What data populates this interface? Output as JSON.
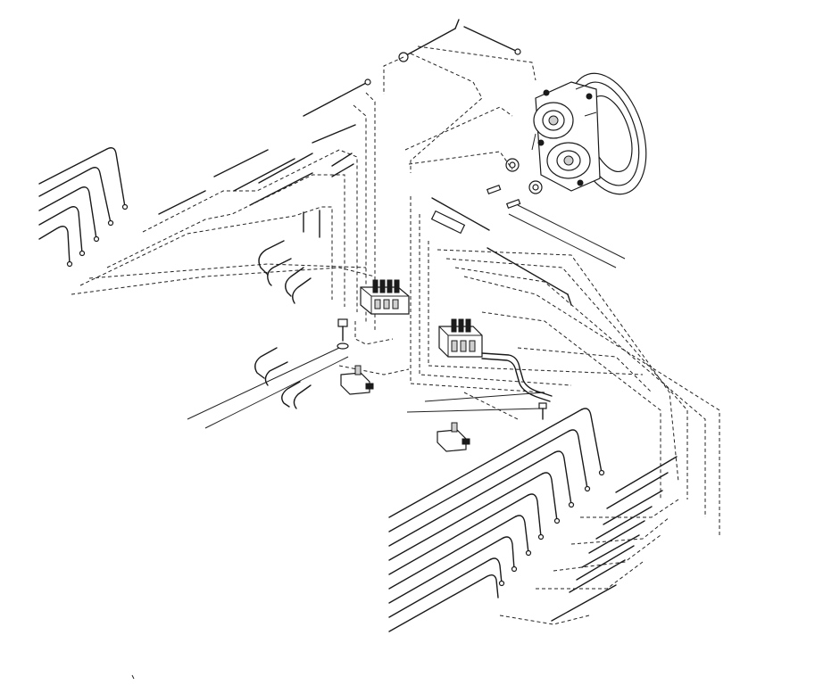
{
  "diagram": {
    "kind": "exploded-lubrication-line-assembly",
    "colors": {
      "line": "#1a1a1a",
      "background": "#ffffff",
      "shade": "#cfcfcf"
    },
    "components": [
      {
        "name": "gear-reducer-housing",
        "icon": "gearbox-icon"
      },
      {
        "name": "upper-progressive-divider-block",
        "icon": "divider-block-icon"
      },
      {
        "name": "lower-progressive-divider-block",
        "icon": "divider-block-icon"
      },
      {
        "name": "left-pump-element",
        "icon": "pump-icon"
      },
      {
        "name": "right-pump-element",
        "icon": "pump-icon"
      },
      {
        "name": "left-bent-tube-bundle",
        "icon": "tube-bundle-icon"
      },
      {
        "name": "right-bent-tube-bundle",
        "icon": "tube-bundle-icon"
      },
      {
        "name": "u-clamps",
        "icon": "u-bolt-icon"
      },
      {
        "name": "straight-feed-lines",
        "icon": "straight-tube-icon"
      }
    ]
  }
}
